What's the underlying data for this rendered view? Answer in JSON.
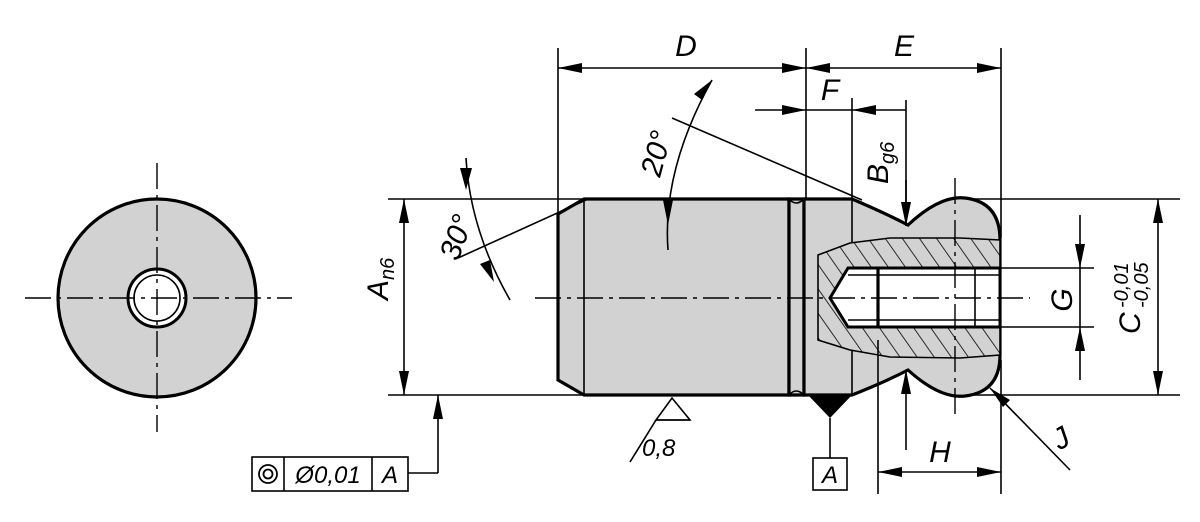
{
  "dimensions": {
    "D": "D",
    "E": "E",
    "F": "F",
    "G": "G",
    "H": "H",
    "J": "J",
    "A": "A",
    "A_sub": "n6",
    "B": "B",
    "B_sub": "g6",
    "C": "C",
    "C_tol_upper": "-0,01",
    "C_tol_lower": "-0,05"
  },
  "angles": {
    "chamfer_angle": "30°",
    "cone_angle": "20°"
  },
  "surface_roughness": "0,8",
  "tolerance_frame": {
    "symbol": "◎",
    "value": "Ø0,01",
    "datum": "A"
  },
  "datum_label": "A"
}
